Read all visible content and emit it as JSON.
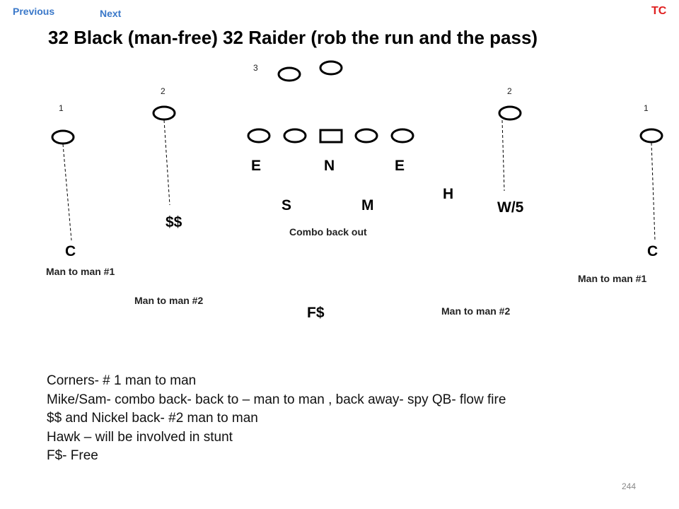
{
  "nav": {
    "previous": "Previous",
    "next": "Next",
    "tc": "TC"
  },
  "title": "32 Black (man-free) 32 Raider (rob the run and the pass)",
  "receiver_numbers": {
    "left_1": "1",
    "left_2": "2",
    "back_3": "3",
    "right_2": "2",
    "right_1": "1"
  },
  "defenders": {
    "end_left": "E",
    "nose": "N",
    "end_right": "E",
    "hawk": "H",
    "sam": "S",
    "mike": "M",
    "will": "W/5",
    "strong_safety": "$$",
    "corner_left": "C",
    "corner_right": "C",
    "free_safety": "F$"
  },
  "notes": {
    "combo": "Combo back out",
    "left_corner": "Man to man #1",
    "right_corner": "Man to man #1",
    "left_nickel": "Man to man #2",
    "right_nickel": "Man to man #2"
  },
  "bullets": [
    "Corners- # 1 man to man",
    "Mike/Sam- combo back- back to – man to man , back away- spy QB- flow fire",
    "$$ and Nickel back- #2 man to man",
    "Hawk – will be involved in stunt",
    "F$- Free"
  ],
  "page_number": "244"
}
